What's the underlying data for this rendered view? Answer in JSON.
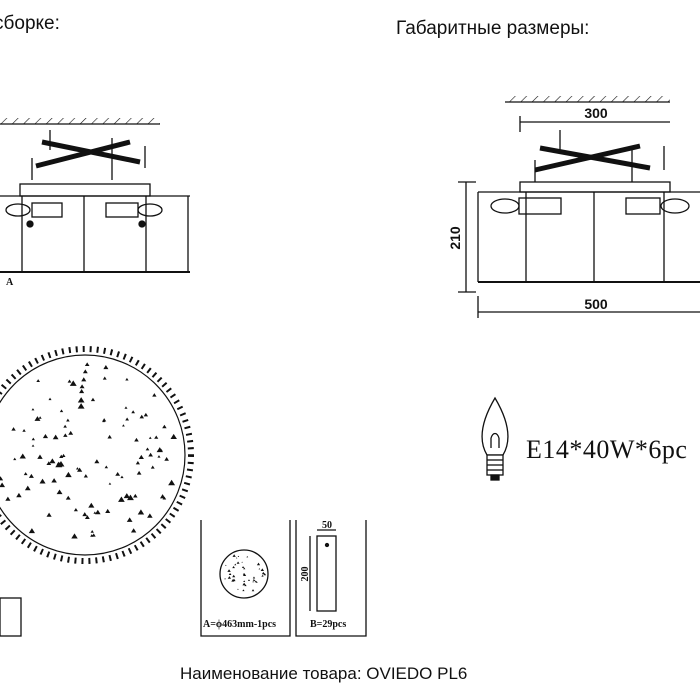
{
  "headers": {
    "assembly_title": "сборке:",
    "dimensions_title": "Габаритные размеры:"
  },
  "drawing_left": {
    "marker_a": "A"
  },
  "drawing_right": {
    "width_top": "300",
    "width_bottom": "500",
    "height": "210"
  },
  "bulb": {
    "spec": "E14*40W*6pc"
  },
  "part_a": {
    "label": "A=ϕ463mm-1pcs"
  },
  "part_b": {
    "width": "50",
    "height": "200",
    "label": "B=29pcs"
  },
  "footer": {
    "product_name": "Наименование товара: OVIEDO PL6"
  }
}
